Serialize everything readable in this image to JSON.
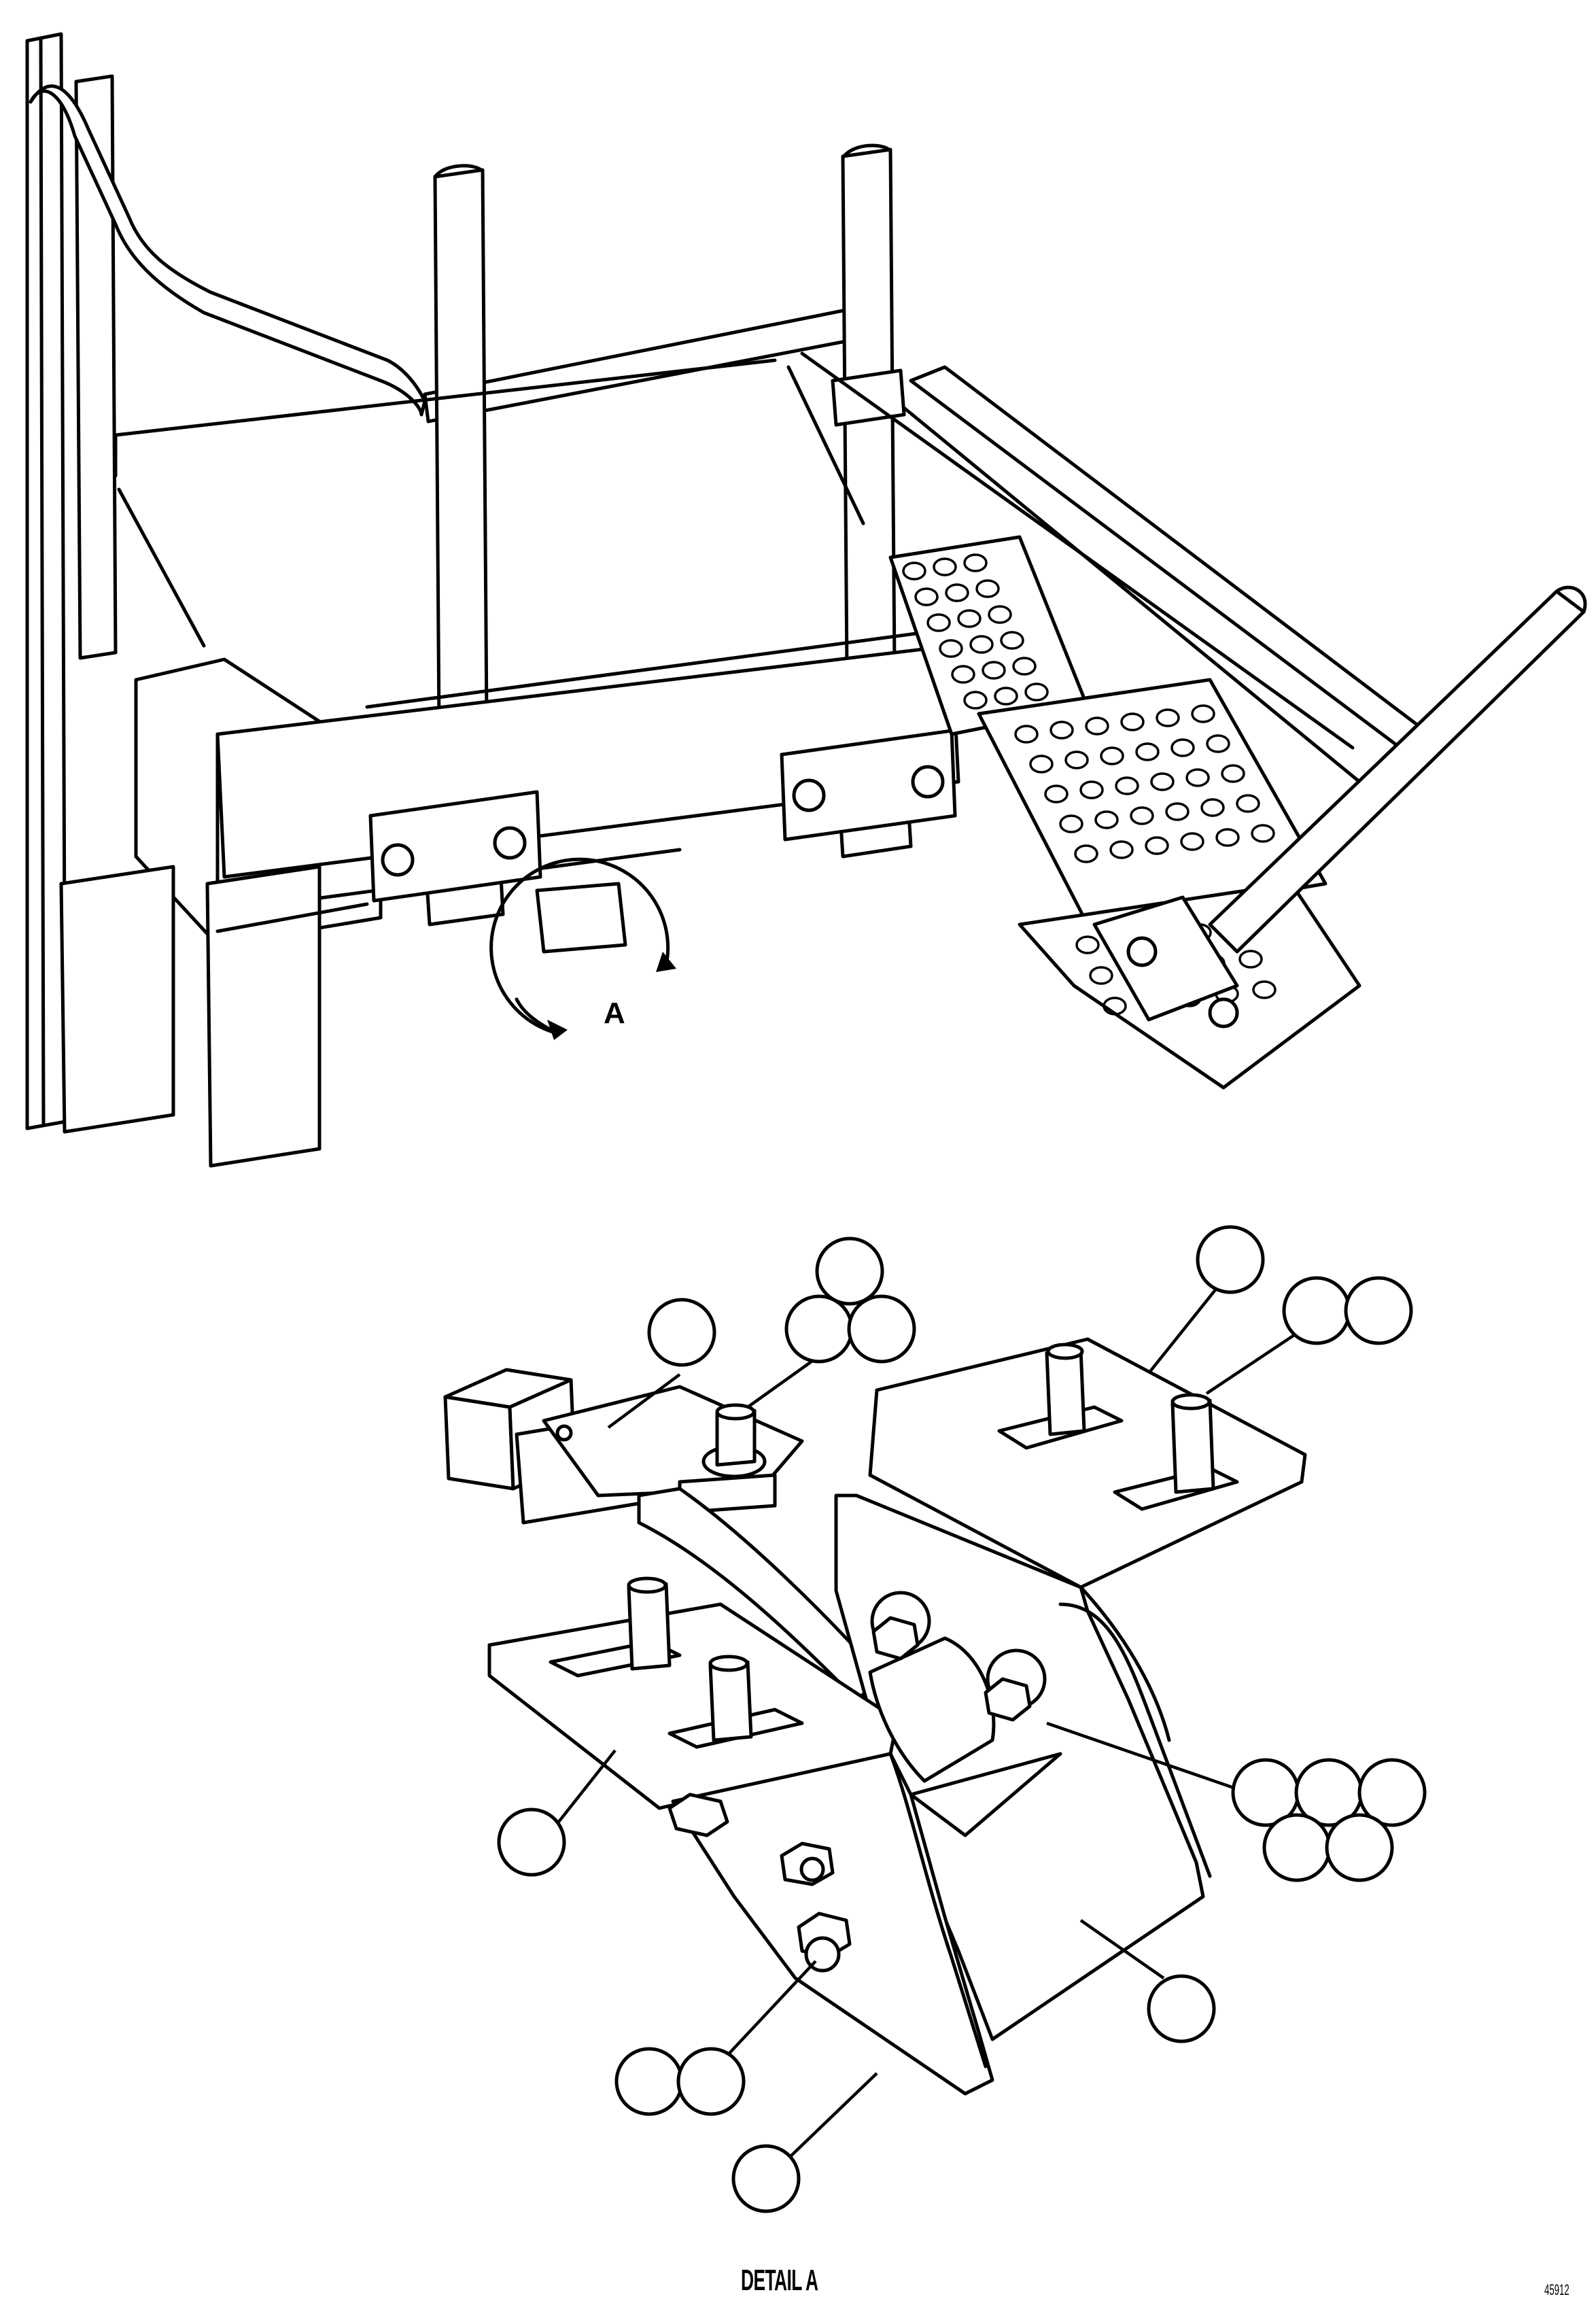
{
  "callout": {
    "letter": "A"
  },
  "detail": {
    "title": "DETAIL A"
  },
  "footer": {
    "drawing_number": "45912"
  },
  "balloons": {
    "count": 18,
    "numbers_shown": false
  }
}
